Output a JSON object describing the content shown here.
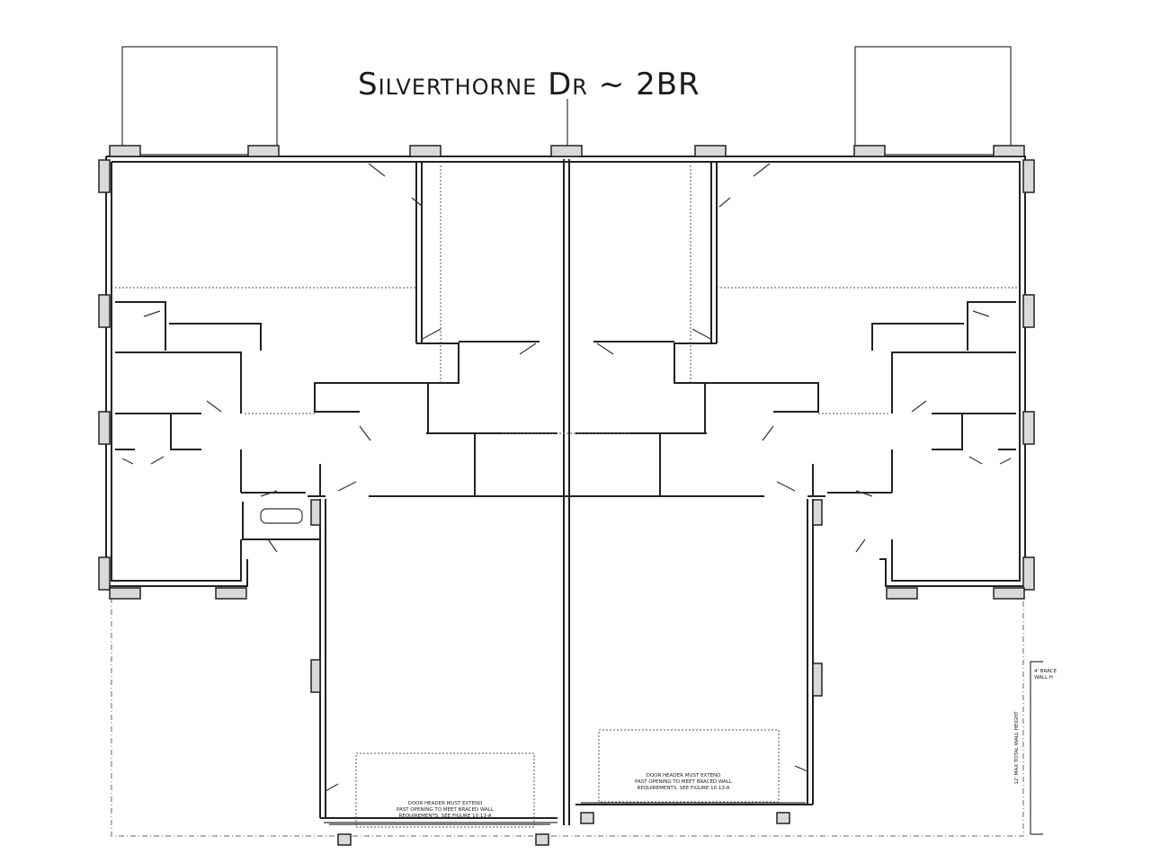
{
  "title": "Silverthorne Dr ~ 2BR",
  "notes": {
    "garage_left": [
      "DOOR HEADER MUST EXTEND",
      "PAST OPENING TO MEET BRACED WALL",
      "REQUIREMENTS. SEE FIGURE 10.13-A"
    ],
    "garage_right": [
      "DOOR HEADER MUST EXTEND",
      "PAST OPENING TO MEET BRACED WALL",
      "REQUIREMENTS. SEE FIGURE 10.13-A"
    ],
    "side_box": [
      "4' BRACE",
      "WALL H"
    ],
    "side_vertical": "12' MAX TOTAL WALL HEIGHT"
  }
}
